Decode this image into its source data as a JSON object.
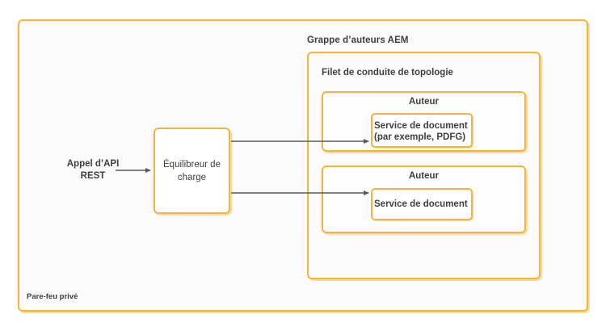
{
  "diagram": {
    "type": "architecture-diagram",
    "background": "#ffffff",
    "accent_color": "#f5b33c",
    "text_color": "#3c4043",
    "arrow_color": "#58595b",
    "firewall": {
      "label": "Pare-feu privé"
    },
    "api_call": {
      "label": "Appel d’API\nREST"
    },
    "load_balancer": {
      "label": "Équilibreur de\ncharge"
    },
    "cluster": {
      "label": "Grappe d’auteurs AEM"
    },
    "topology": {
      "label": "Filet de conduite de topologie"
    },
    "authors": [
      {
        "title": "Auteur",
        "service": "Service de document\n(par exemple, PDFG)"
      },
      {
        "title": "Auteur",
        "service": "Service de document"
      }
    ]
  }
}
